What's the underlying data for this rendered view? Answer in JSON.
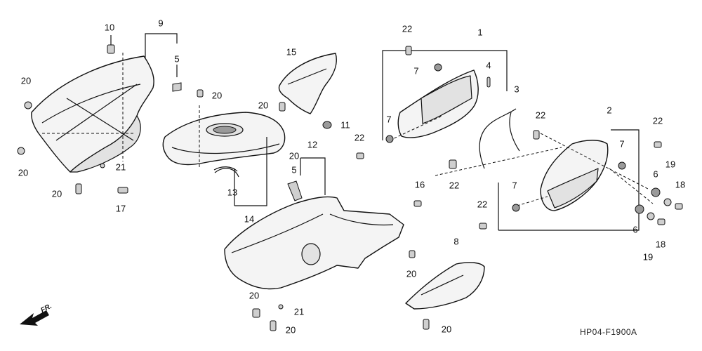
{
  "diagram": {
    "code": "HP04-F1900A",
    "direction_label": "FR.",
    "callouts": [
      {
        "id": "c10",
        "text": "10"
      },
      {
        "id": "c9",
        "text": "9"
      },
      {
        "id": "c5a",
        "text": "5"
      },
      {
        "id": "c20a",
        "text": "20"
      },
      {
        "id": "c20b",
        "text": "20"
      },
      {
        "id": "c20c",
        "text": "20"
      },
      {
        "id": "c20d",
        "text": "20"
      },
      {
        "id": "c21a",
        "text": "21"
      },
      {
        "id": "c17",
        "text": "17"
      },
      {
        "id": "c15",
        "text": "15"
      },
      {
        "id": "c20e",
        "text": "20"
      },
      {
        "id": "c20f",
        "text": "20"
      },
      {
        "id": "c11",
        "text": "11"
      },
      {
        "id": "c13",
        "text": "13"
      },
      {
        "id": "c14",
        "text": "14"
      },
      {
        "id": "c12",
        "text": "12"
      },
      {
        "id": "c5b",
        "text": "5"
      },
      {
        "id": "c16",
        "text": "16"
      },
      {
        "id": "c20g",
        "text": "20"
      },
      {
        "id": "c20h",
        "text": "20"
      },
      {
        "id": "c21b",
        "text": "21"
      },
      {
        "id": "c20i",
        "text": "20"
      },
      {
        "id": "c22a",
        "text": "22"
      },
      {
        "id": "c1",
        "text": "1"
      },
      {
        "id": "c7a",
        "text": "7"
      },
      {
        "id": "c4",
        "text": "4"
      },
      {
        "id": "c3",
        "text": "3"
      },
      {
        "id": "c7b",
        "text": "7"
      },
      {
        "id": "c22b",
        "text": "22"
      },
      {
        "id": "c22c",
        "text": "22"
      },
      {
        "id": "c22d",
        "text": "22"
      },
      {
        "id": "c2",
        "text": "2"
      },
      {
        "id": "c22e",
        "text": "22"
      },
      {
        "id": "c7c",
        "text": "7"
      },
      {
        "id": "c6a",
        "text": "6"
      },
      {
        "id": "c19a",
        "text": "19"
      },
      {
        "id": "c18a",
        "text": "18"
      },
      {
        "id": "c7d",
        "text": "7"
      },
      {
        "id": "c22f",
        "text": "22"
      },
      {
        "id": "c6b",
        "text": "6"
      },
      {
        "id": "c19b",
        "text": "19"
      },
      {
        "id": "c18b",
        "text": "18"
      },
      {
        "id": "c8",
        "text": "8"
      },
      {
        "id": "c20j",
        "text": "20"
      }
    ]
  }
}
